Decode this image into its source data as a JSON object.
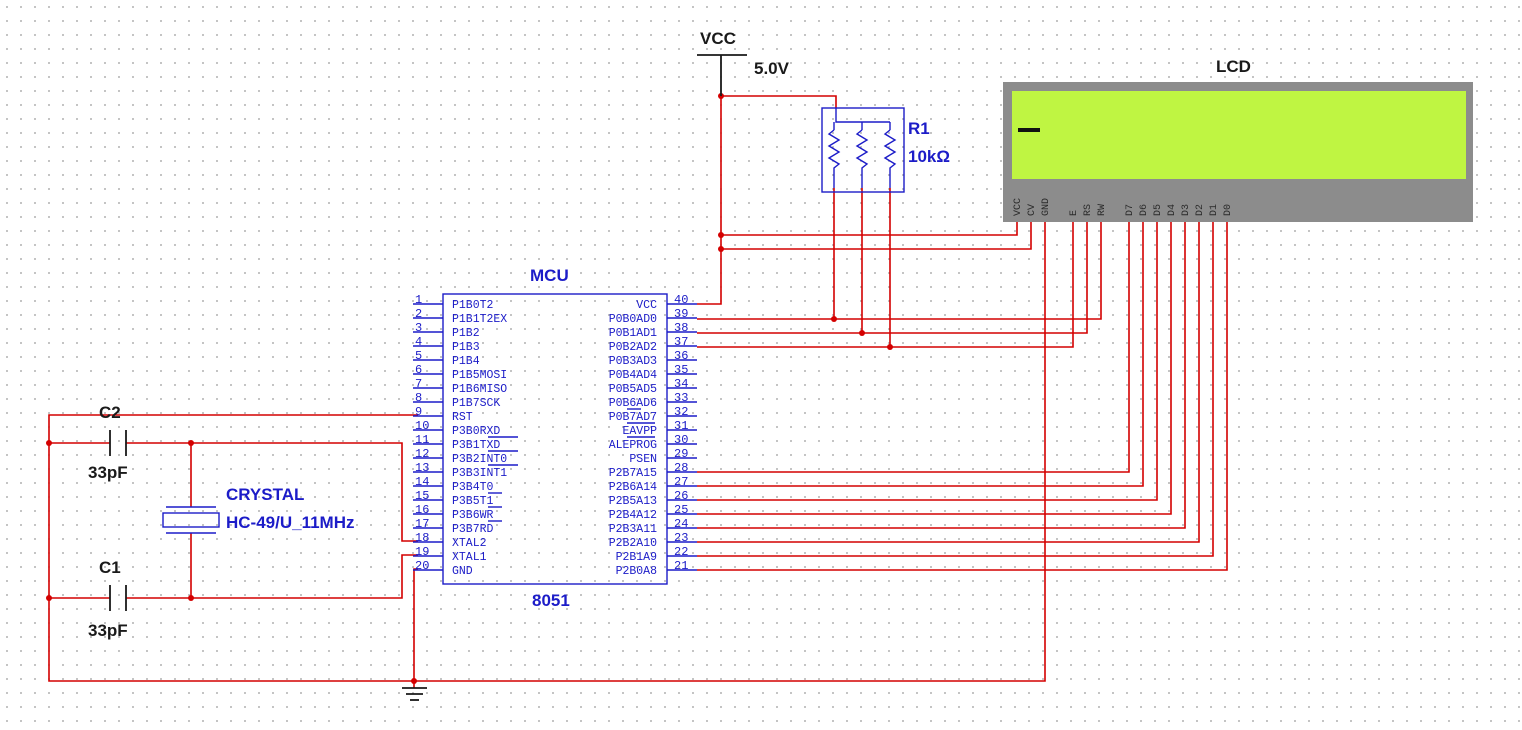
{
  "mcu": {
    "title": "MCU",
    "part": "8051",
    "left_pins": [
      {
        "num": "1",
        "name": "P1B0T2"
      },
      {
        "num": "2",
        "name": "P1B1T2EX"
      },
      {
        "num": "3",
        "name": "P1B2"
      },
      {
        "num": "4",
        "name": "P1B3"
      },
      {
        "num": "5",
        "name": "P1B4"
      },
      {
        "num": "6",
        "name": "P1B5MOSI"
      },
      {
        "num": "7",
        "name": "P1B6MISO"
      },
      {
        "num": "8",
        "name": "P1B7SCK"
      },
      {
        "num": "9",
        "name": "RST"
      },
      {
        "num": "10",
        "name": "P3B0RXD"
      },
      {
        "num": "11",
        "name": "P3B1TXD"
      },
      {
        "num": "12",
        "name": "P3B2INT0"
      },
      {
        "num": "13",
        "name": "P3B3INT1"
      },
      {
        "num": "14",
        "name": "P3B4T0"
      },
      {
        "num": "15",
        "name": "P3B5T1"
      },
      {
        "num": "16",
        "name": "P3B6WR"
      },
      {
        "num": "17",
        "name": "P3B7RD"
      },
      {
        "num": "18",
        "name": "XTAL2"
      },
      {
        "num": "19",
        "name": "XTAL1"
      },
      {
        "num": "20",
        "name": "GND"
      }
    ],
    "right_pins": [
      {
        "num": "40",
        "name": "VCC"
      },
      {
        "num": "39",
        "name": "P0B0AD0"
      },
      {
        "num": "38",
        "name": "P0B1AD1"
      },
      {
        "num": "37",
        "name": "P0B2AD2"
      },
      {
        "num": "36",
        "name": "P0B3AD3"
      },
      {
        "num": "35",
        "name": "P0B4AD4"
      },
      {
        "num": "34",
        "name": "P0B5AD5"
      },
      {
        "num": "33",
        "name": "P0B6AD6"
      },
      {
        "num": "32",
        "name": "P0B7AD7"
      },
      {
        "num": "31",
        "name": "EAVPP"
      },
      {
        "num": "30",
        "name": "ALEPROG"
      },
      {
        "num": "29",
        "name": "PSEN"
      },
      {
        "num": "28",
        "name": "P2B7A15"
      },
      {
        "num": "27",
        "name": "P2B6A14"
      },
      {
        "num": "26",
        "name": "P2B5A13"
      },
      {
        "num": "25",
        "name": "P2B4A12"
      },
      {
        "num": "24",
        "name": "P2B3A11"
      },
      {
        "num": "23",
        "name": "P2B2A10"
      },
      {
        "num": "22",
        "name": "P2B1A9"
      },
      {
        "num": "21",
        "name": "P2B0A8"
      }
    ]
  },
  "vcc": {
    "label": "VCC",
    "voltage": "5.0V"
  },
  "r1": {
    "label": "R1",
    "value": "10kΩ"
  },
  "lcd": {
    "label": "LCD",
    "screen_color": "#bff542",
    "cursor": "_",
    "pins": [
      "VCC",
      "CV",
      "GND",
      "E",
      "RS",
      "RW",
      "D7",
      "D6",
      "D5",
      "D4",
      "D3",
      "D2",
      "D1",
      "D0"
    ]
  },
  "c2": {
    "label": "C2",
    "value": "33pF"
  },
  "c1": {
    "label": "C1",
    "value": "33pF"
  },
  "crystal": {
    "label": "CRYSTAL",
    "value": "HC-49/U_11MHz"
  },
  "colors": {
    "wire": "#d40000",
    "component": "#1c1cc8",
    "grid_dot": "#9a9a9a",
    "lcd_bezel": "#8c8c8c"
  }
}
